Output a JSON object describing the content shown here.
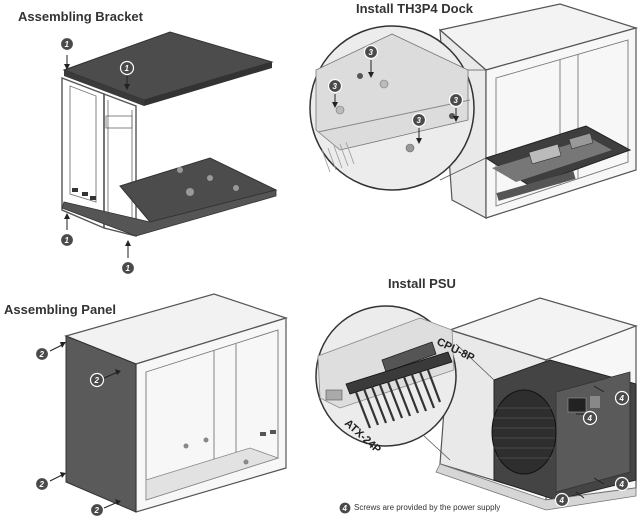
{
  "sections": {
    "bracket": {
      "title": "Assembling Bracket",
      "step": "1"
    },
    "dock": {
      "title": "Install TH3P4 Dock",
      "step": "3"
    },
    "panel": {
      "title": "Assembling Panel",
      "step": "2"
    },
    "psu": {
      "title": "Install PSU",
      "step": "4",
      "connector_cpu": "CPU-8P",
      "connector_atx": "ATX-24P",
      "note": "Screws are provided by the power supply"
    }
  },
  "colors": {
    "badge": "#4a4a4a",
    "plate": "#4c4c4c",
    "frame": "#555555",
    "panel": "#5a5a5a"
  }
}
